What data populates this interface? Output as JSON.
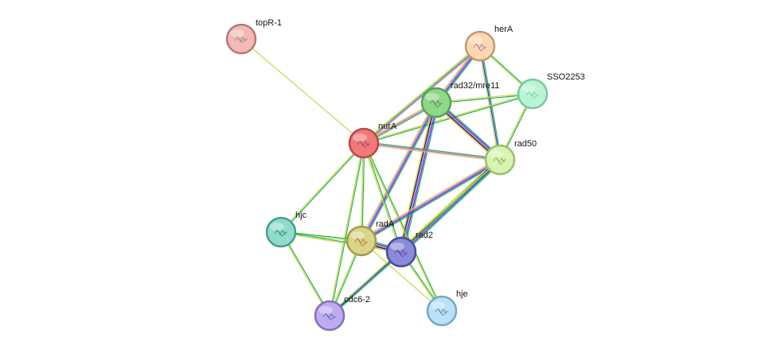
{
  "nodes": [
    {
      "id": "topR-1",
      "label": "topR-1",
      "fill": "#f4b8b8",
      "stroke": "#b37a7a",
      "glyph": "#6f8c4a"
    },
    {
      "id": "herA",
      "label": "herA",
      "fill": "#fcd7b0",
      "stroke": "#c09a70",
      "glyph": "#a05a9a"
    },
    {
      "id": "SSO2253",
      "label": "SSO2253",
      "fill": "#b8f5d5",
      "stroke": "#7cc79f",
      "glyph": "#7cc79f"
    },
    {
      "id": "rad32_mre11",
      "label": "rad32/mre11",
      "fill": "#8fd88a",
      "stroke": "#5aa055",
      "glyph": "#3a7a3a"
    },
    {
      "id": "nurA",
      "label": "nurA",
      "fill": "#f07a7a",
      "stroke": "#b84848",
      "glyph": "#a0305a"
    },
    {
      "id": "rad50",
      "label": "rad50",
      "fill": "#d7f5b0",
      "stroke": "#98bf6e",
      "glyph": "#7a9a3a"
    },
    {
      "id": "hjc",
      "label": "hjc",
      "fill": "#8fdccc",
      "stroke": "#4c9a8a",
      "glyph": "#2a6a5a"
    },
    {
      "id": "radA",
      "label": "radA",
      "fill": "#d9d48a",
      "stroke": "#a29b4e",
      "glyph": "#b05a20"
    },
    {
      "id": "rad2",
      "label": "rad2",
      "fill": "#8a8ad8",
      "stroke": "#4a4aa0",
      "glyph": "#5a2a8a"
    },
    {
      "id": "cdc6-2",
      "label": "cdc6-2",
      "fill": "#c0aaf0",
      "stroke": "#8370b8",
      "glyph": "#3a5aa0"
    },
    {
      "id": "hje",
      "label": "hje",
      "fill": "#b8e2f8",
      "stroke": "#7aa6c0",
      "glyph": "#7a5a8a"
    }
  ],
  "edges": [
    {
      "source": "topR-1",
      "target": "nurA",
      "colors": [
        "#c7d94a"
      ]
    },
    {
      "source": "herA",
      "target": "rad32_mre11",
      "colors": [
        "#22b14c",
        "#2d2df0",
        "#d94ad9",
        "#c7d94a"
      ]
    },
    {
      "source": "herA",
      "target": "nurA",
      "colors": [
        "#d94ad9",
        "#22b14c",
        "#c7d94a"
      ]
    },
    {
      "source": "herA",
      "target": "rad50",
      "colors": [
        "#22b14c",
        "#2d2df0",
        "#c7d94a"
      ]
    },
    {
      "source": "herA",
      "target": "SSO2253",
      "colors": [
        "#22b14c",
        "#c7d94a"
      ]
    },
    {
      "source": "SSO2253",
      "target": "rad32_mre11",
      "colors": [
        "#22b14c",
        "#c7d94a"
      ]
    },
    {
      "source": "SSO2253",
      "target": "nurA",
      "colors": [
        "#22b14c",
        "#c7d94a"
      ]
    },
    {
      "source": "SSO2253",
      "target": "rad50",
      "colors": [
        "#22b14c",
        "#c7d94a"
      ]
    },
    {
      "source": "rad32_mre11",
      "target": "nurA",
      "colors": [
        "#22b14c",
        "#d94ad9",
        "#c7d94a"
      ]
    },
    {
      "source": "rad32_mre11",
      "target": "rad50",
      "colors": [
        "#22b14c",
        "#2d2df0",
        "#d94ad9",
        "#111111",
        "#c7d94a"
      ]
    },
    {
      "source": "rad32_mre11",
      "target": "radA",
      "colors": [
        "#22b14c",
        "#2d2df0",
        "#d94ad9",
        "#c7d94a"
      ]
    },
    {
      "source": "rad32_mre11",
      "target": "rad2",
      "colors": [
        "#22b14c",
        "#2d2df0",
        "#d94ad9",
        "#111111",
        "#c7d94a"
      ]
    },
    {
      "source": "nurA",
      "target": "rad50",
      "colors": [
        "#22b14c",
        "#d94ad9",
        "#c7d94a"
      ]
    },
    {
      "source": "nurA",
      "target": "hjc",
      "colors": [
        "#22b14c",
        "#c7d94a"
      ]
    },
    {
      "source": "nurA",
      "target": "radA",
      "colors": [
        "#22b14c",
        "#c7d94a"
      ]
    },
    {
      "source": "nurA",
      "target": "rad2",
      "colors": [
        "#22b14c",
        "#c7d94a"
      ]
    },
    {
      "source": "nurA",
      "target": "cdc6-2",
      "colors": [
        "#22b14c",
        "#c7d94a"
      ]
    },
    {
      "source": "nurA",
      "target": "hje",
      "colors": [
        "#22b14c",
        "#c7d94a"
      ]
    },
    {
      "source": "rad50",
      "target": "radA",
      "colors": [
        "#22b14c",
        "#2d2df0",
        "#d94ad9",
        "#c7d94a"
      ]
    },
    {
      "source": "rad50",
      "target": "rad2",
      "colors": [
        "#22b14c",
        "#2d2df0",
        "#d94ad9",
        "#111111",
        "#c7d94a"
      ]
    },
    {
      "source": "rad50",
      "target": "cdc6-2",
      "colors": [
        "#22b14c",
        "#c7d94a"
      ]
    },
    {
      "source": "hjc",
      "target": "radA",
      "colors": [
        "#22b14c",
        "#c7d94a"
      ]
    },
    {
      "source": "hjc",
      "target": "rad2",
      "colors": [
        "#22b14c",
        "#c7d94a"
      ]
    },
    {
      "source": "hjc",
      "target": "cdc6-2",
      "colors": [
        "#22b14c",
        "#c7d94a"
      ]
    },
    {
      "source": "radA",
      "target": "rad2",
      "colors": [
        "#22b14c",
        "#2d2df0",
        "#d94ad9",
        "#111111",
        "#c7d94a"
      ]
    },
    {
      "source": "radA",
      "target": "cdc6-2",
      "colors": [
        "#22b14c",
        "#c7d94a"
      ]
    },
    {
      "source": "radA",
      "target": "hje",
      "colors": [
        "#c7d94a"
      ]
    },
    {
      "source": "rad2",
      "target": "cdc6-2",
      "colors": [
        "#22b14c",
        "#2d2df0",
        "#c7d94a"
      ]
    },
    {
      "source": "rad2",
      "target": "hje",
      "colors": [
        "#22b14c",
        "#c7d94a"
      ]
    }
  ]
}
